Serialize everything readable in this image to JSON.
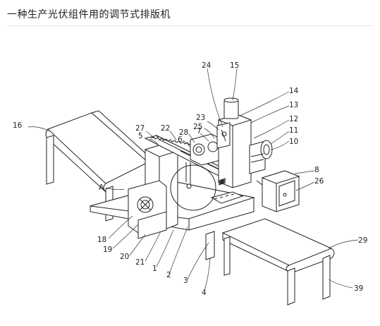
{
  "page": {
    "title": "一种生产光伏组件用的调节式排版机"
  },
  "figure": {
    "labels": {
      "l1": "1",
      "l2": "2",
      "l3": "3",
      "l4": "4",
      "l5": "5",
      "l6": "6",
      "l7": "7",
      "l8": "8",
      "l10": "10",
      "l11": "11",
      "l12": "12",
      "l13": "13",
      "l14": "14",
      "l15": "15",
      "l16": "16",
      "l18": "18",
      "l19": "19",
      "l20": "20",
      "l21": "21",
      "l22": "22",
      "l23": "23",
      "l24": "24",
      "l25": "25",
      "l26": "26",
      "l27": "27",
      "l28": "28",
      "l29": "29",
      "l39": "39",
      "lA": "A"
    }
  }
}
